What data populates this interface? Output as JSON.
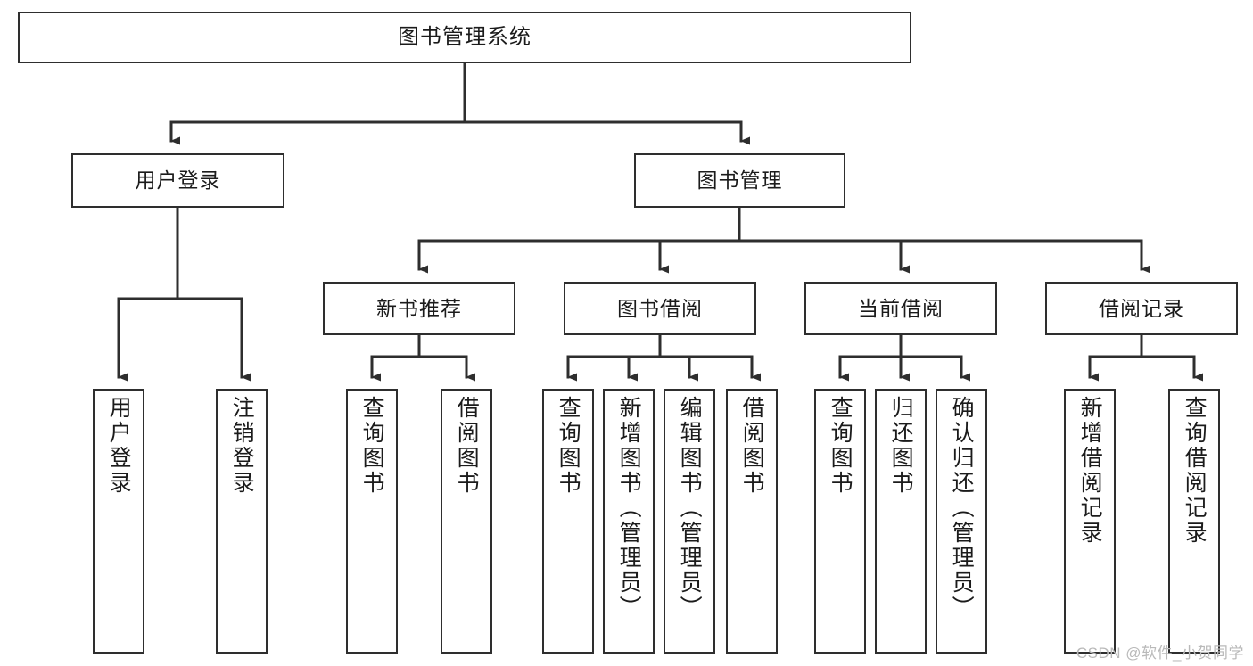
{
  "diagram": {
    "title": "图书管理系统",
    "type": "tree",
    "watermark": "CSDN @软件_小贺同学",
    "colors": {
      "box_border": "#2e2e2e",
      "box_fill": "#ffffff",
      "connector": "#2e2e2e",
      "text": "#1b1b1b",
      "watermark": "#b9b9b9"
    },
    "root": {
      "label": "图书管理系统"
    },
    "level2": [
      {
        "label": "用户登录"
      },
      {
        "label": "图书管理"
      }
    ],
    "level3": [
      {
        "label": "新书推荐"
      },
      {
        "label": "图书借阅"
      },
      {
        "label": "当前借阅"
      },
      {
        "label": "借阅记录"
      }
    ],
    "leaves": {
      "user_login": [
        {
          "label": "用户登录"
        },
        {
          "label": "注销登录"
        }
      ],
      "new_book_recommend": [
        {
          "label": "查询图书"
        },
        {
          "label": "借阅图书"
        }
      ],
      "book_borrow": [
        {
          "label": "查询图书"
        },
        {
          "label": "新增图书（管理员）"
        },
        {
          "label": "编辑图书（管理员）"
        },
        {
          "label": "借阅图书"
        }
      ],
      "current_borrow": [
        {
          "label": "查询图书"
        },
        {
          "label": "归还图书"
        },
        {
          "label": "确认归还（管理员）"
        }
      ],
      "borrow_records": [
        {
          "label": "新增借阅记录"
        },
        {
          "label": "查询借阅记录"
        }
      ]
    }
  }
}
